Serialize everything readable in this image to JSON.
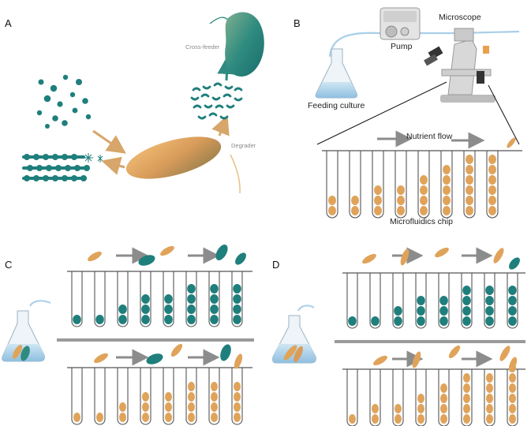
{
  "panels": {
    "a": "A",
    "b": "B",
    "c": "C",
    "d": "D"
  },
  "labels": {
    "cross_feeder": "Cross-feeder",
    "degrader": "Degrader",
    "pump": "Pump",
    "microscope": "Microscope",
    "feeding_culture": "Feeding culture",
    "nutrient_flow": "Nutrient flow",
    "microfluidics_chip": "Microfluidics chip"
  },
  "colors": {
    "teal": "#1f7f7c",
    "teal_dark": "#15605e",
    "orange": "#e0a35a",
    "orange_light": "#f0bd77",
    "grey_arrow": "#8c8c8c",
    "tan_arrow": "#d7a66a",
    "flask_liquid": "#a8cfe8",
    "channel": "#555555"
  }
}
